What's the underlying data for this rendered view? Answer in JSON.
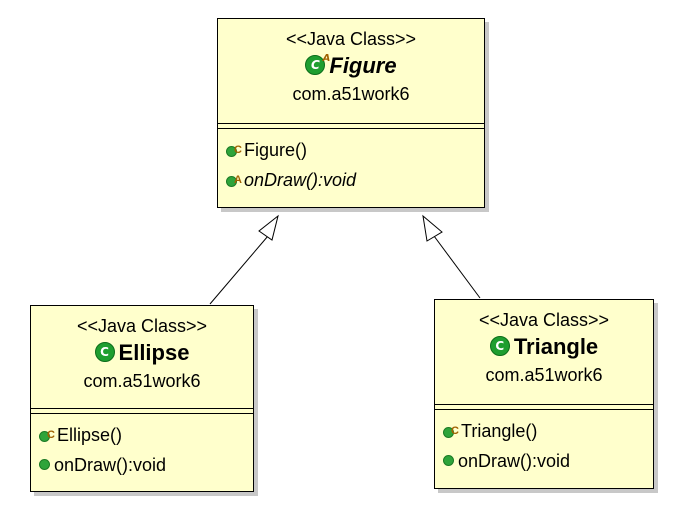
{
  "classes": {
    "figure": {
      "stereotype": "<<Java Class>>",
      "name": "Figure",
      "package": "com.a51work6",
      "icon_marker": "A",
      "members": [
        {
          "text": "Figure()",
          "marker": "C"
        },
        {
          "text": "onDraw():void",
          "marker": "A"
        }
      ]
    },
    "ellipse": {
      "stereotype": "<<Java Class>>",
      "name": "Ellipse",
      "package": "com.a51work6",
      "members": [
        {
          "text": "Ellipse()",
          "marker": "C"
        },
        {
          "text": "onDraw():void"
        }
      ]
    },
    "triangle": {
      "stereotype": "<<Java Class>>",
      "name": "Triangle",
      "package": "com.a51work6",
      "members": [
        {
          "text": "Triangle()",
          "marker": "C"
        },
        {
          "text": "onDraw():void"
        }
      ]
    }
  },
  "colors": {
    "class_fill": "#ffffcc",
    "icon_green": "#1e9e2f"
  },
  "icons": {
    "class": "class-icon",
    "method": "public-method-icon"
  }
}
